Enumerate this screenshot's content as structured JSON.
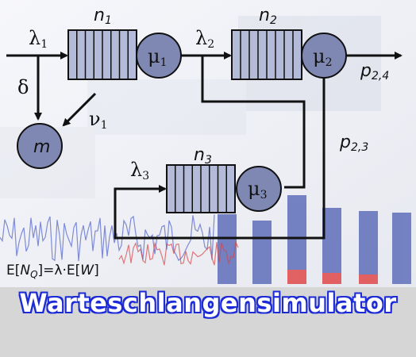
{
  "title": "Warteschlangensimulator",
  "labels": {
    "lambda1": "λ",
    "lambda1_sub": "1",
    "lambda2": "λ",
    "lambda2_sub": "2",
    "lambda3": "λ",
    "lambda3_sub": "3",
    "n1": "n",
    "n1_sub": "1",
    "n2": "n",
    "n2_sub": "2",
    "n3": "n",
    "n3_sub": "3",
    "mu1": "μ",
    "mu1_sub": "1",
    "mu2": "μ",
    "mu2_sub": "2",
    "mu3": "μ",
    "mu3_sub": "3",
    "delta": "δ",
    "nu1": "ν",
    "nu1_sub": "1",
    "m": "m",
    "p24": "p",
    "p24_sub": "2,4",
    "p23": "p",
    "p23_sub": "2,3"
  },
  "formula": {
    "e1": "E[",
    "nq": "N",
    "nq_sub": "Q",
    "mid": "]=λ·E[",
    "w": "W",
    "end": "]"
  },
  "colors": {
    "queue_fill": "#b4bbd8",
    "server_fill": "#7f88b2",
    "bar_blue": "#5f6fbb",
    "bar_red": "#e04a4a",
    "line_blue": "#4f5fc9",
    "line_red": "#d64545",
    "footer": "#d6d6d6",
    "title_outline": "#1c2bd6"
  }
}
